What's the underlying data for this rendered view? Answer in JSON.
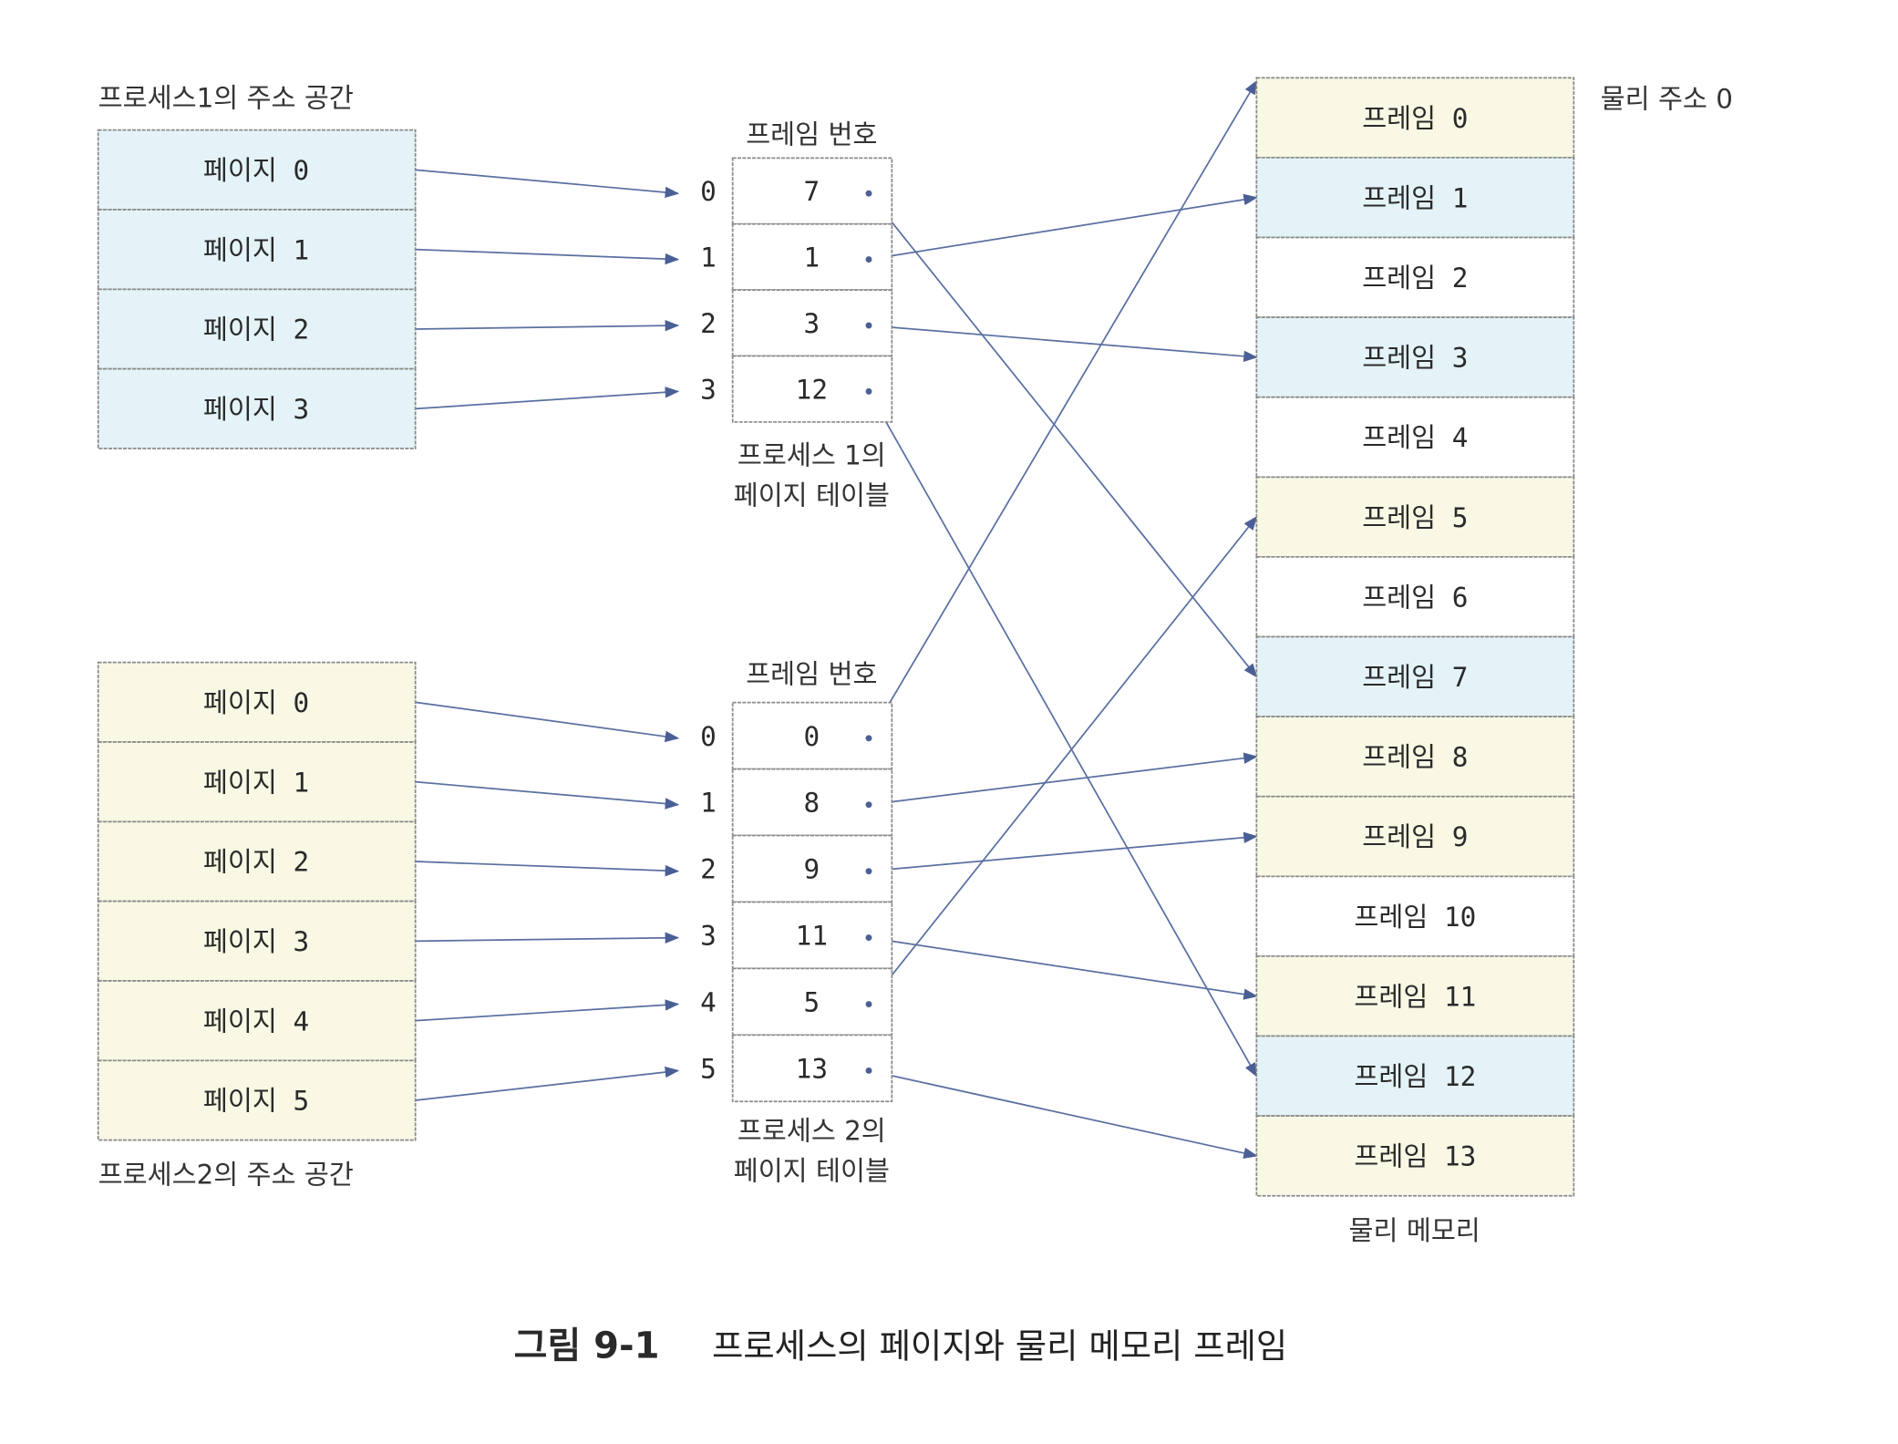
{
  "process1": {
    "title": "프로세스1의 주소 공간",
    "pages": [
      "페이지 0",
      "페이지 1",
      "페이지 2",
      "페이지 3"
    ],
    "table_header": "프레임 번호",
    "table_caption": [
      "프로세스 1의",
      "페이지 테이블"
    ],
    "indices": [
      "0",
      "1",
      "2",
      "3"
    ],
    "frames": [
      "7",
      "1",
      "3",
      "12"
    ],
    "color": "#e4f3f8"
  },
  "process2": {
    "title": "프로세스2의 주소 공간",
    "pages": [
      "페이지 0",
      "페이지 1",
      "페이지 2",
      "페이지 3",
      "페이지 4",
      "페이지 5"
    ],
    "table_header": "프레임 번호",
    "table_caption": [
      "프로세스 2의",
      "페이지 테이블"
    ],
    "indices": [
      "0",
      "1",
      "2",
      "3",
      "4",
      "5"
    ],
    "frames": [
      "0",
      "8",
      "9",
      "11",
      "5",
      "13"
    ],
    "color": "#f8f8e4"
  },
  "memory": {
    "address_label": "물리 주소 0",
    "caption": "물리 메모리",
    "frames": [
      {
        "label": "프레임 0",
        "owner": "p2"
      },
      {
        "label": "프레임 1",
        "owner": "p1"
      },
      {
        "label": "프레임 2",
        "owner": "none"
      },
      {
        "label": "프레임 3",
        "owner": "p1"
      },
      {
        "label": "프레임 4",
        "owner": "none"
      },
      {
        "label": "프레임 5",
        "owner": "p2"
      },
      {
        "label": "프레임 6",
        "owner": "none"
      },
      {
        "label": "프레임 7",
        "owner": "p1"
      },
      {
        "label": "프레임 8",
        "owner": "p2"
      },
      {
        "label": "프레임 9",
        "owner": "p2"
      },
      {
        "label": "프레임 10",
        "owner": "none"
      },
      {
        "label": "프레임 11",
        "owner": "p2"
      },
      {
        "label": "프레임 12",
        "owner": "p1"
      },
      {
        "label": "프레임 13",
        "owner": "p2"
      }
    ]
  },
  "figure": {
    "number": "그림 9-1",
    "title": "프로세스의 페이지와 물리 메모리 프레임",
    "number_color": "#e8335a"
  },
  "colors": {
    "arrow": "#5a6fa0",
    "empty": "#ffffff"
  }
}
